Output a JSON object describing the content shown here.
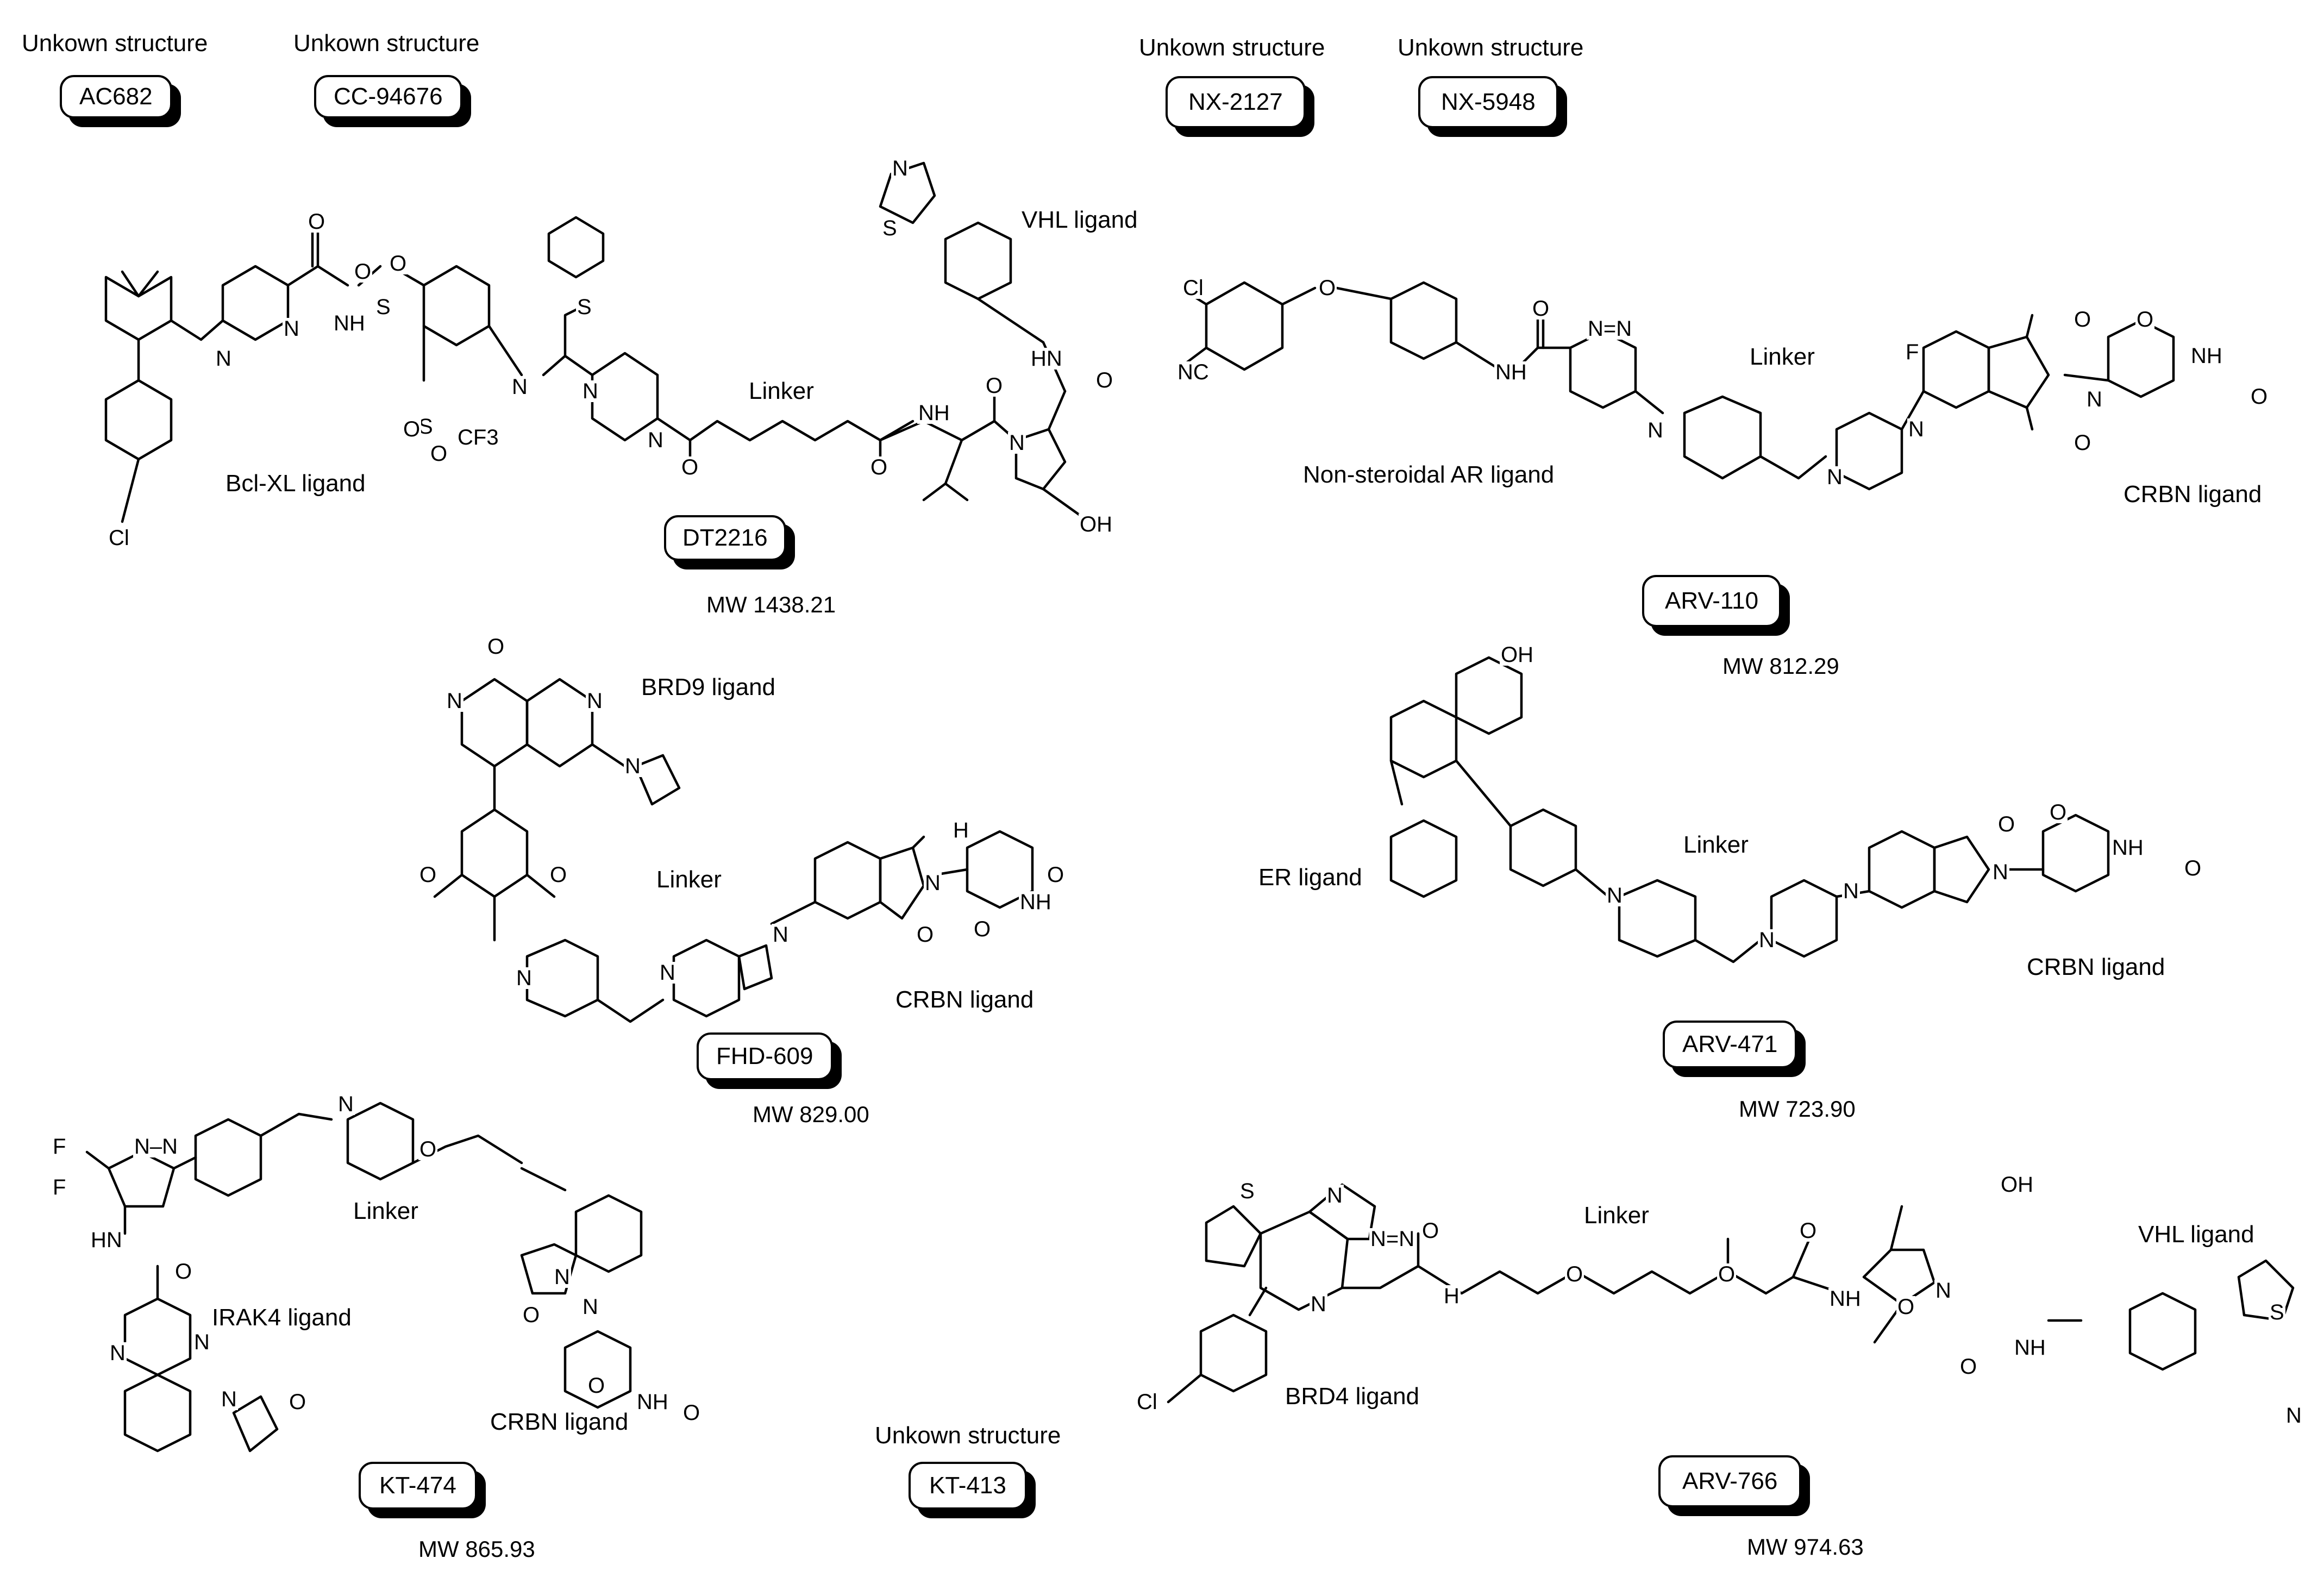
{
  "unknown_label": "Unkown structure",
  "badges": {
    "ac682": "AC682",
    "cc94676": "CC-94676",
    "nx2127": "NX-2127",
    "nx5948": "NX-5948",
    "dt2216": "DT2216",
    "arv110": "ARV-110",
    "fhd609": "FHD-609",
    "arv471": "ARV-471",
    "kt474": "KT-474",
    "kt413": "KT-413",
    "arv766": "ARV-766"
  },
  "mw": {
    "dt2216": "MW 1438.21",
    "arv110": "MW 812.29",
    "fhd609": "MW 829.00",
    "arv471": "MW 723.90",
    "kt474": "MW 865.93",
    "arv766": "MW 974.63"
  },
  "labels": {
    "dt2216_ligand": "Bcl-XL ligand",
    "dt2216_linker": "Linker",
    "dt2216_e3": "VHL ligand",
    "arv110_ligand": "Non-steroidal AR ligand",
    "arv110_linker": "Linker",
    "arv110_e3": "CRBN ligand",
    "fhd609_ligand": "BRD9 ligand",
    "fhd609_linker": "Linker",
    "fhd609_e3": "CRBN ligand",
    "arv471_ligand": "ER ligand",
    "arv471_linker": "Linker",
    "arv471_e3": "CRBN ligand",
    "kt474_ligand": "IRAK4 ligand",
    "kt474_linker": "Linker",
    "kt474_e3": "CRBN ligand",
    "arv766_ligand": "BRD4 ligand",
    "arv766_linker": "Linker",
    "arv766_e3": "VHL ligand"
  },
  "atoms": {
    "cl": "Cl",
    "n": "N",
    "nh": "NH",
    "hn": "HN",
    "h": "H",
    "o": "O",
    "oh": "OH",
    "s": "S",
    "f": "F",
    "cf3": "CF3",
    "nc": "NC",
    "nn": "N=N",
    "nnn": "N–N"
  }
}
